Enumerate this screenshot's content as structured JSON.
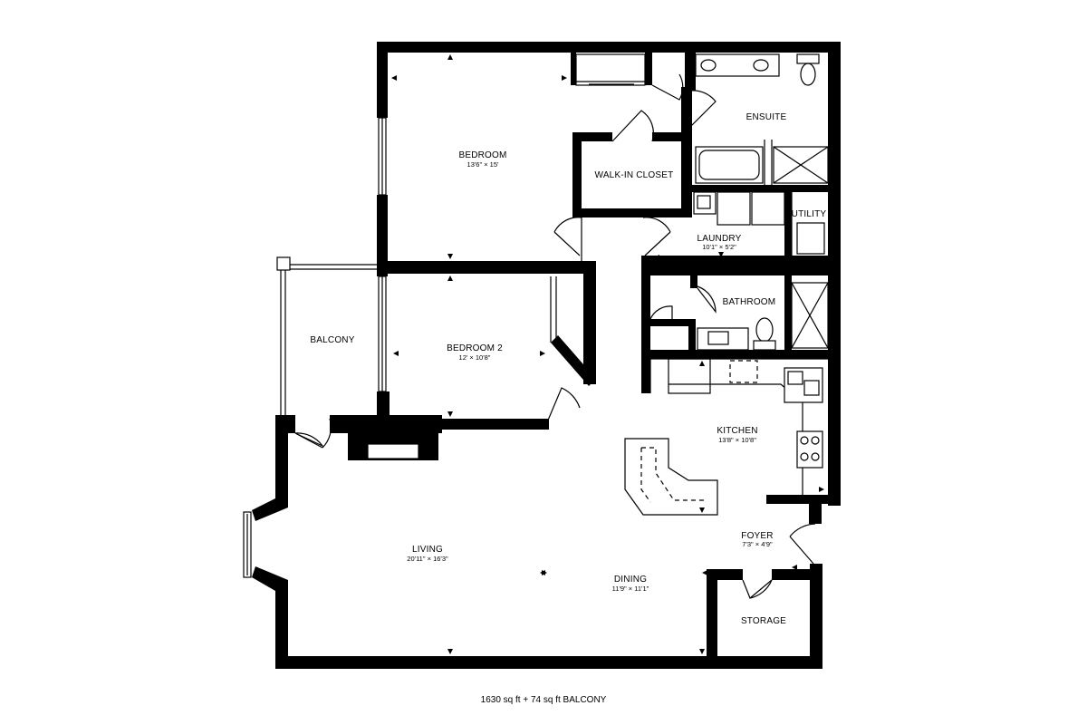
{
  "rooms": {
    "bedroom": {
      "name": "BEDROOM",
      "dims": "13'6\" × 15'"
    },
    "walk_in_closet": {
      "name": "WALK-IN CLOSET"
    },
    "ensuite": {
      "name": "ENSUITE"
    },
    "laundry": {
      "name": "LAUNDRY",
      "dims": "10'1\" × 5'2\""
    },
    "utility": {
      "name": "UTILITY"
    },
    "bathroom": {
      "name": "BATHROOM"
    },
    "balcony": {
      "name": "BALCONY"
    },
    "bedroom2": {
      "name": "BEDROOM 2",
      "dims": "12' × 10'8\""
    },
    "kitchen": {
      "name": "KITCHEN",
      "dims": "13'8\" × 10'8\""
    },
    "foyer": {
      "name": "FOYER",
      "dims": "7'3\" × 4'9\""
    },
    "living": {
      "name": "LIVING",
      "dims": "20'11\" × 16'3\""
    },
    "dining": {
      "name": "DINING",
      "dims": "11'9\" × 11'1\""
    },
    "storage": {
      "name": "STORAGE"
    }
  },
  "caption": "1630 sq ft + 74 sq ft BALCONY"
}
